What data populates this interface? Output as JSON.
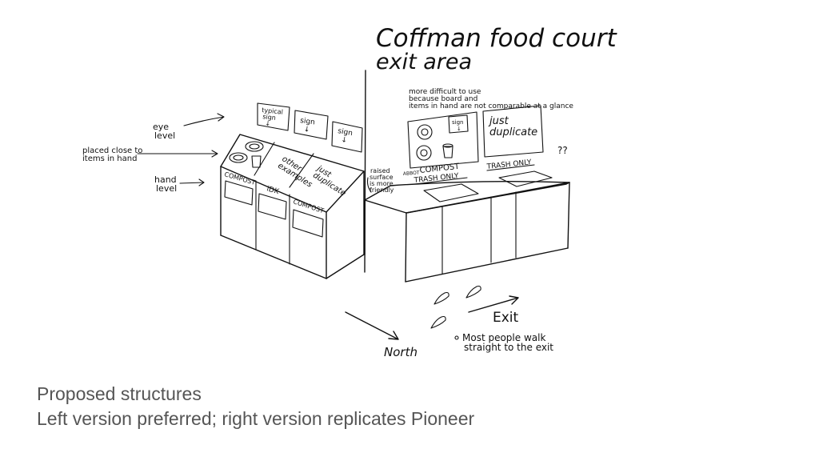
{
  "title": {
    "line1": "Coffman food court",
    "line2": "exit area"
  },
  "left_side": {
    "eye_level": [
      "eye",
      "level"
    ],
    "placed_close": [
      "placed close to",
      "items in hand"
    ],
    "hand_level": [
      "hand",
      "level"
    ],
    "signs": [
      {
        "lines": [
          "typical",
          "sign",
          "↓"
        ]
      },
      {
        "lines": [
          "sign",
          "↓"
        ]
      },
      {
        "lines": [
          "sign",
          "↓"
        ]
      }
    ],
    "top_notes": [
      [
        "other",
        "examples"
      ],
      [
        "just",
        "duplicate"
      ]
    ],
    "bin_labels": [
      "COMPOST",
      "iDK",
      "COMPOST"
    ]
  },
  "middle": {
    "raised_surface": [
      "raised",
      "surface",
      "is more",
      "friendly"
    ]
  },
  "right_side": {
    "note": [
      "more difficult to use",
      "because board and",
      "items in hand are not comparable at a glance"
    ],
    "board_sign": [
      "sign",
      "↓"
    ],
    "just_duplicate": [
      "just",
      "duplicate"
    ],
    "abbot_labels": [
      "ABBOT",
      "COMPOST",
      "TRASH ONLY"
    ],
    "trash_only": "TRASH ONLY",
    "question": "??"
  },
  "floor": {
    "north": "North",
    "exit": "Exit",
    "walk_note": [
      "Most people walk",
      "straight to the exit"
    ]
  },
  "caption": {
    "line1": "Proposed structures",
    "line2": "Left version preferred; right version replicates Pioneer"
  },
  "colors": {
    "ink": "#111111",
    "caption": "#555555",
    "background": "#ffffff"
  }
}
